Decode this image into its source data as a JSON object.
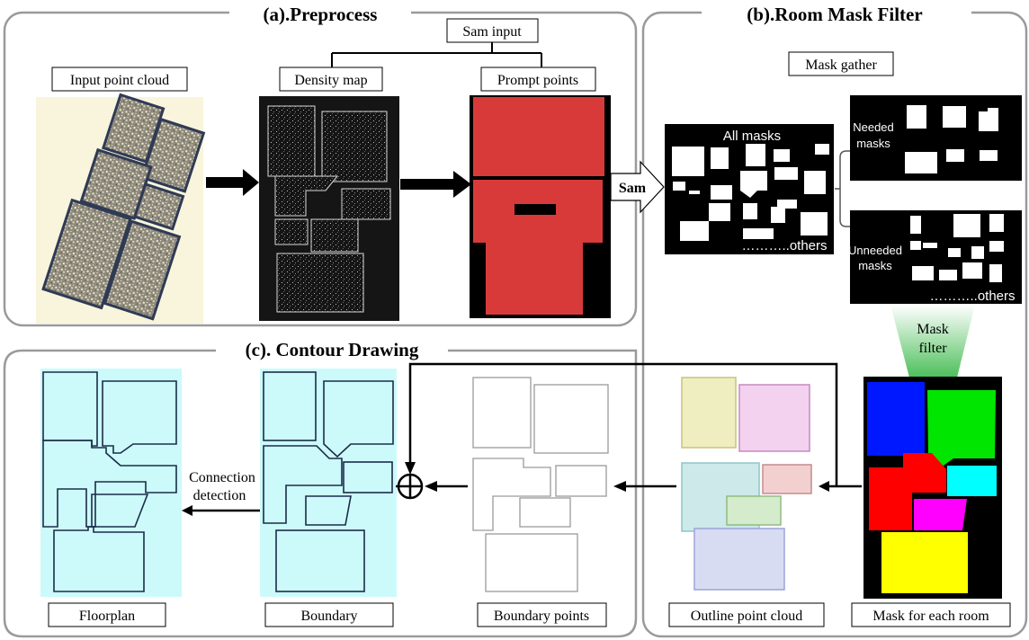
{
  "sections": {
    "preprocess": "(a).Preprocess",
    "room_mask_filter": "(b).Room Mask Filter",
    "contour_drawing": "(c). Contour Drawing"
  },
  "preprocess": {
    "input_point_cloud": "Input point cloud",
    "sam_input": "Sam input",
    "density_map": "Density map",
    "prompt_points": "Prompt points"
  },
  "mask_filter": {
    "sam": "Sam",
    "mask_gather": "Mask gather",
    "all_masks": "All masks",
    "all_masks_others": "………..others",
    "needed_masks": [
      "Needed",
      "masks"
    ],
    "unneeded_masks": [
      "Unneeded",
      "masks"
    ],
    "unneeded_others": "………..others",
    "mask_filter_step": [
      "Mask",
      "filter"
    ],
    "mask_for_each_room": "Mask for each room",
    "outline_point_cloud": "Outline point cloud"
  },
  "contour": {
    "boundary_points": "Boundary points",
    "boundary": "Boundary",
    "floorplan": "Floorplan",
    "connection_detection": [
      "Connection",
      "detection"
    ]
  },
  "colors": {
    "panel_border": "#9a9a9a",
    "point_cloud_bg": "#f8f5dc",
    "prompt_red": "#d83a3a",
    "floorplan_bg": "#ccfafa",
    "filter_gradient_top": "#ffffff",
    "filter_gradient_bottom": "#4cbf5a",
    "room_blue": "#0018ff",
    "room_green": "#00e600",
    "room_red": "#ff0000",
    "room_cyan": "#00ffff",
    "room_magenta": "#ff00ff",
    "room_yellow": "#ffff00"
  }
}
